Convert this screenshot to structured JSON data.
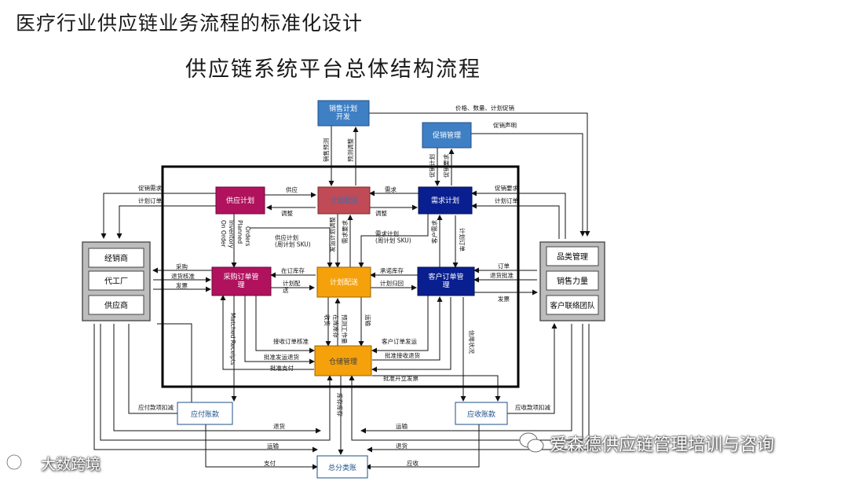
{
  "title": "医疗行业供应链业务流程的标准化设计",
  "subtitle": "供应链系统平台总体结构流程",
  "nodes": {
    "sales_plan": "销售计划\n开发",
    "promo": "促销管理",
    "supply_plan": "供应计划",
    "plan_dispatch": "计划配送",
    "demand_plan": "需求计划",
    "purchase_order": "采购订单管\n理",
    "plan_delivery": "计划配送",
    "customer_order": "客户订单管\n理",
    "warehouse": "仓储管理",
    "ap": "应付账款",
    "ar": "应收账款",
    "gl": "总分类账"
  },
  "left_panel": [
    "经销商",
    "代工厂",
    "供应商"
  ],
  "right_panel": [
    "品类管理",
    "销售力量",
    "客户联络团队"
  ],
  "labels": {
    "price_qty": "价格、数量、计划促销",
    "promo_decl": "促销声明",
    "promo_req_l": "促销需求",
    "plan_order_l": "计划订单",
    "promo_req_r": "促销要求",
    "plan_order_r": "计划订单",
    "sales_forecast": "销售预测",
    "forecast_adjust": "预测调整",
    "promo_plan": "促销计划",
    "promo_req_v": "促销要求",
    "supply": "供应",
    "adjust1": "调整",
    "demand": "需求",
    "adjust2": "调整",
    "on_order": "On Order",
    "inventory": "Inventory",
    "planned": "Planned",
    "orders": "Orders",
    "supply_plan_sku": "供应计划\n(周计划 SKU)",
    "demand_plan_sku": "需求计划\n(周计划 SKU)",
    "delivery_plan_adj": "发运计划调整",
    "demand_req": "需求要求",
    "customer_demand": "客户需求",
    "plan_order_v": "计划订单",
    "purchase": "采购",
    "receive_verify": "退货核准",
    "invoice_l": "发票",
    "stock_in_order": "在订库存",
    "plan_delivery_lbl": "计划配\n送",
    "inbound_stock": "承诺库存",
    "plan_return": "计划归回",
    "order_r": "订单",
    "return_approve": "退货批准",
    "invoice_r": "发票",
    "matched_receipts": "Matched Receipts",
    "receive": "收货",
    "in_stock": "在库库存",
    "pred_work": "预测工作量",
    "delivery_v": "运输",
    "receive_order_verify": "接收订单核准",
    "approve_ship_return": "批准发运退货",
    "approve_pay": "批准支付",
    "customer_order_ship": "客户订单发运",
    "approve_recv_return": "批准接收退货",
    "approve_invoice": "批准开立发票",
    "credit_status": "信用状况",
    "ap_deduct": "应付款项扣减",
    "ar_deduct": "应收款项扣减",
    "return_goods": "退货",
    "ship": "运输",
    "inventory_inv": "库存库存",
    "transport_l": "运输",
    "transport_r": "运输",
    "return2": "退货",
    "payment": "支付",
    "receivable": "应收"
  },
  "watermark_right": "爱森德供应链管理培训与咨询",
  "watermark_left": "大数跨境",
  "colors": {
    "light_blue": "#3f7fc4",
    "dark_blue": "#0a1f8f",
    "magenta": "#b0125e",
    "rose": "#c04a55",
    "orange": "#f5a10c",
    "gray_panel": "#bdbdbd"
  }
}
